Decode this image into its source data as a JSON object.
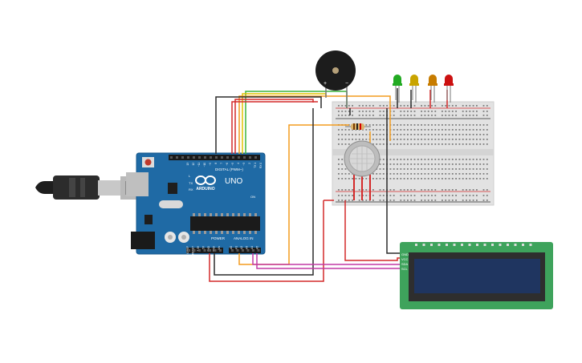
{
  "arduino": {
    "brand": "ARDUINO",
    "model": "UNO",
    "digital_label": "DIGITAL (PWM~)",
    "power_label": "POWER",
    "analog_label": "ANALOG IN",
    "on_label": "ON",
    "tx_label": "TX",
    "rx_label": "RX",
    "l_label": "L",
    "digital_pins": [
      "13",
      "12",
      "~11",
      "~10",
      "~9",
      "8",
      "7",
      "~6",
      "~5",
      "4",
      "~3",
      "2",
      "TX 1",
      "RX 0"
    ],
    "power_pins": [
      "IOREF",
      "RESET",
      "3.3V",
      "5V",
      "GND",
      "GND",
      "Vin"
    ],
    "analog_pins": [
      "A0",
      "A1",
      "A2",
      "A3",
      "A4",
      "A5"
    ]
  },
  "buzzer": {
    "plus": "+",
    "minus": "−"
  },
  "lcd": {
    "pins": [
      "GND",
      "VCC",
      "SDA",
      "SCL"
    ]
  },
  "leds": [
    {
      "color": "#22aa22"
    },
    {
      "color": "#c9a400"
    },
    {
      "color": "#c77c00"
    },
    {
      "color": "#cc1111"
    }
  ],
  "wire_colors": {
    "red": "#d42a2a",
    "black": "#2b2b2b",
    "green": "#3cb43c",
    "yellow": "#e0c200",
    "orange": "#f39c1e",
    "magenta": "#c23aa5"
  }
}
